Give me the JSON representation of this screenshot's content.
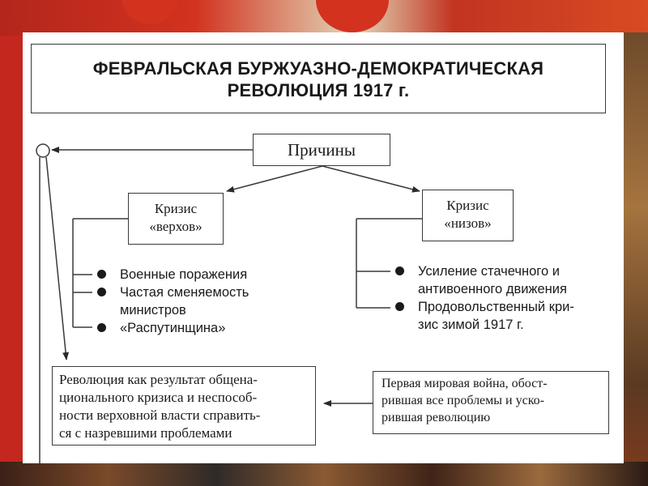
{
  "diagram": {
    "title_line1": "ФЕВРАЛЬСКАЯ БУРЖУАЗНО-ДЕМОКРАТИЧЕСКАЯ",
    "title_line2": "РЕВОЛЮЦИЯ 1917 г.",
    "causes": "Причины",
    "top_crisis": {
      "line1": "Кризис",
      "line2": "«верхов»",
      "items": [
        [
          "Военные поражения"
        ],
        [
          "Частая сменяемость",
          "министров"
        ],
        [
          "«Распутинщина»"
        ]
      ]
    },
    "bottom_crisis": {
      "line1": "Кризис",
      "line2": "«низов»",
      "items": [
        [
          "Усиление стачечного и",
          "антивоенного движения"
        ],
        [
          "Продовольственный кри-",
          "зис зимой 1917 г."
        ]
      ]
    },
    "revolution_result": [
      "Революция как результат общена-",
      "ционального кризиса и неспособ-",
      "ности верховной власти справить-",
      "ся с назревшими проблемами"
    ],
    "world_war": [
      "Первая мировая война, обост-",
      "рившая все проблемы и уско-",
      "рившая революцию"
    ]
  },
  "colors": {
    "background_red": "#c4271d",
    "panel": "#ffffff",
    "line": "#3a3a3a"
  }
}
